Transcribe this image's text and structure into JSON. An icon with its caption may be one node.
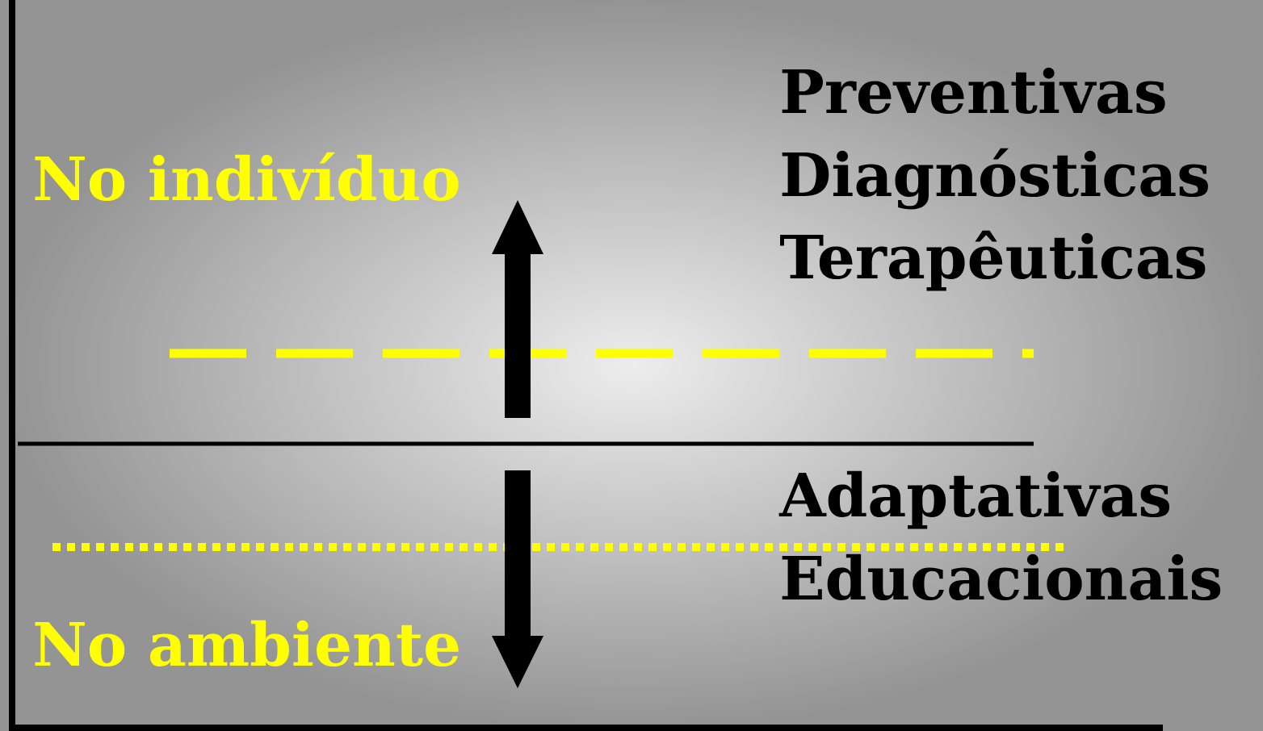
{
  "diagram": {
    "labels": [
      "Preventivas",
      "Diagnósticas",
      "Terapêuticas",
      "No indivíduo",
      "Adaptativas",
      "Educacionais",
      "No ambiente"
    ]
  }
}
